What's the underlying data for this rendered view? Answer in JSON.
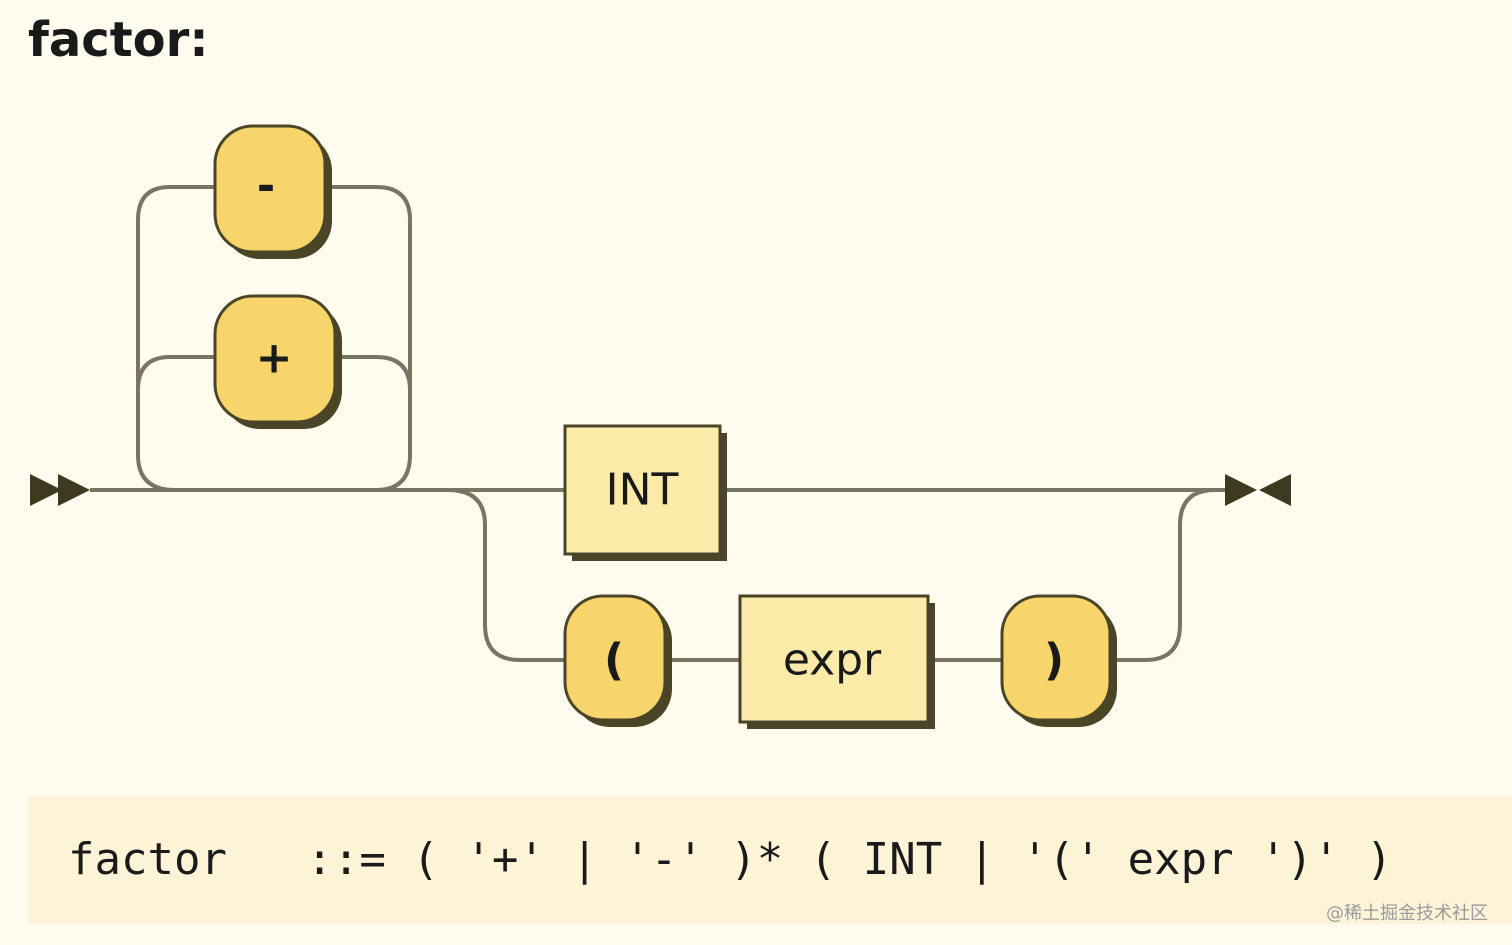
{
  "diagram": {
    "title": "factor:",
    "nodes": {
      "minus": "-",
      "plus": "+",
      "int": "INT",
      "lparen": "(",
      "expr": "expr",
      "rparen": ")"
    },
    "ebnf": "factor   ::= ( '+' | '-' )* ( INT | '(' expr ')' )"
  },
  "watermark": "@稀土掘金技术社区",
  "colors": {
    "background": "#FFFBEE",
    "terminal": "#F8D56A",
    "nonterminal": "#FCEBA8",
    "line": "#7A7560"
  }
}
